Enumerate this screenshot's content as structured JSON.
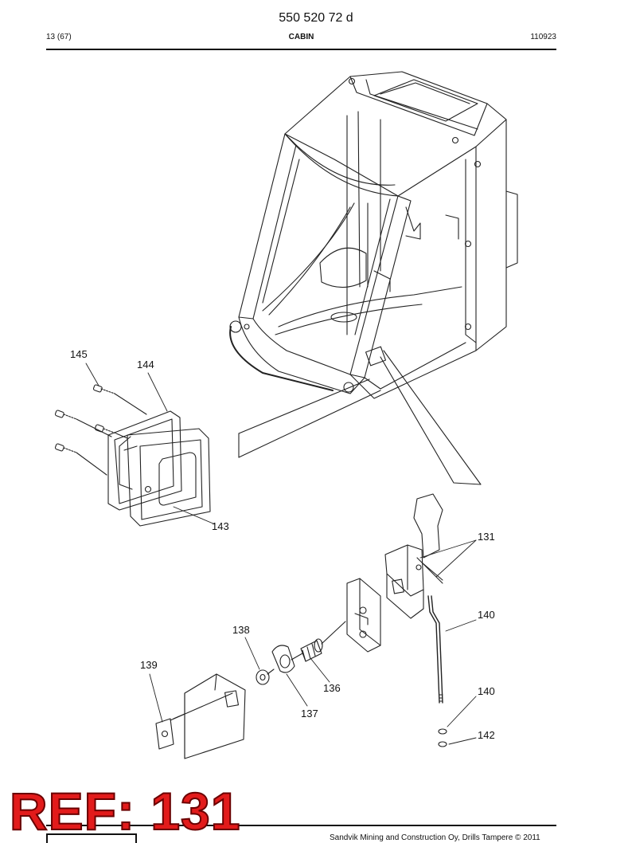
{
  "header": {
    "doc_number": "550 520 72 d",
    "page": "13 (67)",
    "section": "CABIN",
    "date_code": "110923"
  },
  "footer": {
    "copyright": "Sandvik Mining and Construction Oy, Drills Tampere © 2011"
  },
  "ref_label": "REF: 131",
  "callouts": [
    "145",
    "144",
    "143",
    "131",
    "140",
    "138",
    "139",
    "136",
    "137",
    "140",
    "142"
  ]
}
